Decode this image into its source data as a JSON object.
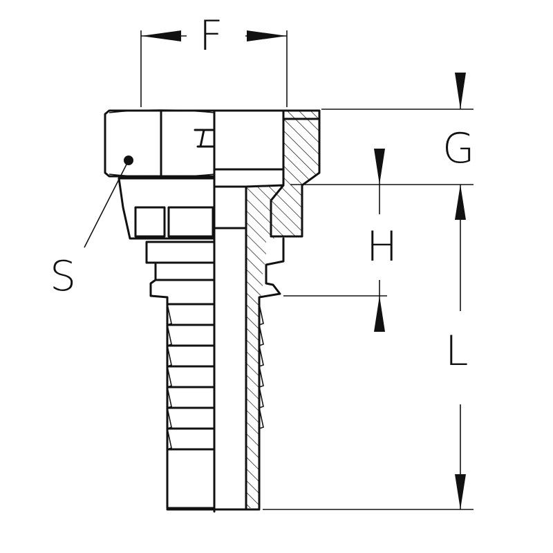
{
  "labels": {
    "F": "F",
    "G": "G",
    "H": "H",
    "L": "L",
    "S": "S"
  },
  "colors": {
    "stroke": "#111111",
    "background": "#ffffff"
  }
}
